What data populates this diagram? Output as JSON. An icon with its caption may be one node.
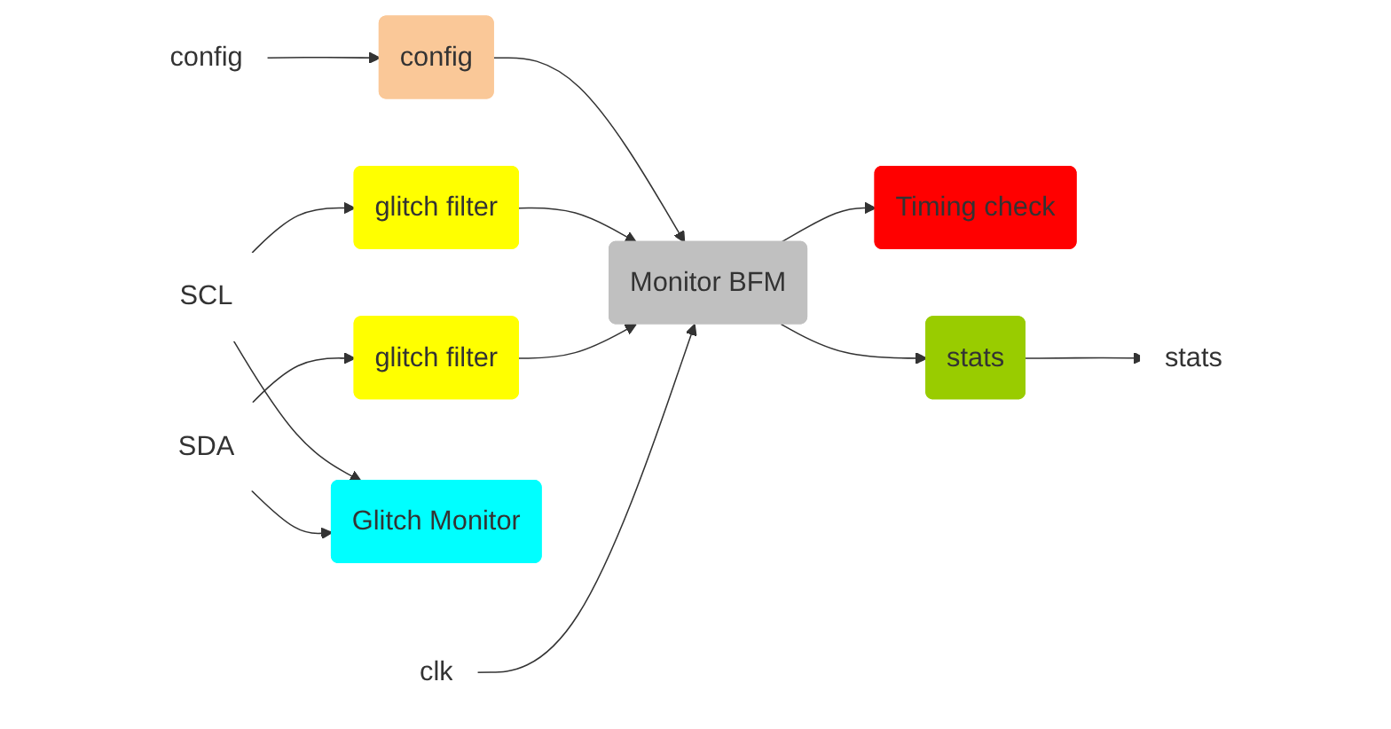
{
  "diagram": {
    "nodes": [
      {
        "text": [
          "config"
        ]
      },
      {
        "text": [
          "config"
        ]
      },
      {
        "text": [
          "Monitor BFM"
        ]
      },
      {
        "text": [
          "Timing check"
        ]
      },
      {
        "text": [
          "glitch filter"
        ]
      },
      {
        "text": [
          "glitch filter"
        ]
      },
      {
        "text": [
          "SCL"
        ]
      },
      {
        "text": [
          "SDA"
        ]
      },
      {
        "text": [
          "Glitch Monitor"
        ]
      },
      {
        "text": [
          "clk"
        ]
      },
      {
        "text": [
          "stats"
        ]
      },
      {
        "text": [
          "stats"
        ]
      }
    ],
    "edges": [
      {
        "from": 0,
        "to": 1,
        "arrow": "to"
      },
      {
        "from": 1,
        "to": 2,
        "arrow": "to"
      },
      {
        "from": 2,
        "to": 3,
        "arrow": "to"
      },
      {
        "from": 4,
        "to": 2,
        "arrow": "to"
      },
      {
        "from": 5,
        "to": 2,
        "arrow": "to"
      },
      {
        "from": 6,
        "to": 4,
        "arrow": "to"
      },
      {
        "from": 7,
        "to": 5,
        "arrow": "to"
      },
      {
        "from": 6,
        "to": 8,
        "arrow": "to"
      },
      {
        "from": 7,
        "to": 8,
        "arrow": "to"
      },
      {
        "from": 9,
        "to": 2,
        "arrow": "to"
      },
      {
        "from": 2,
        "to": 10,
        "arrow": "to"
      },
      {
        "from": 10,
        "to": 11,
        "arrow": "to"
      }
    ]
  }
}
